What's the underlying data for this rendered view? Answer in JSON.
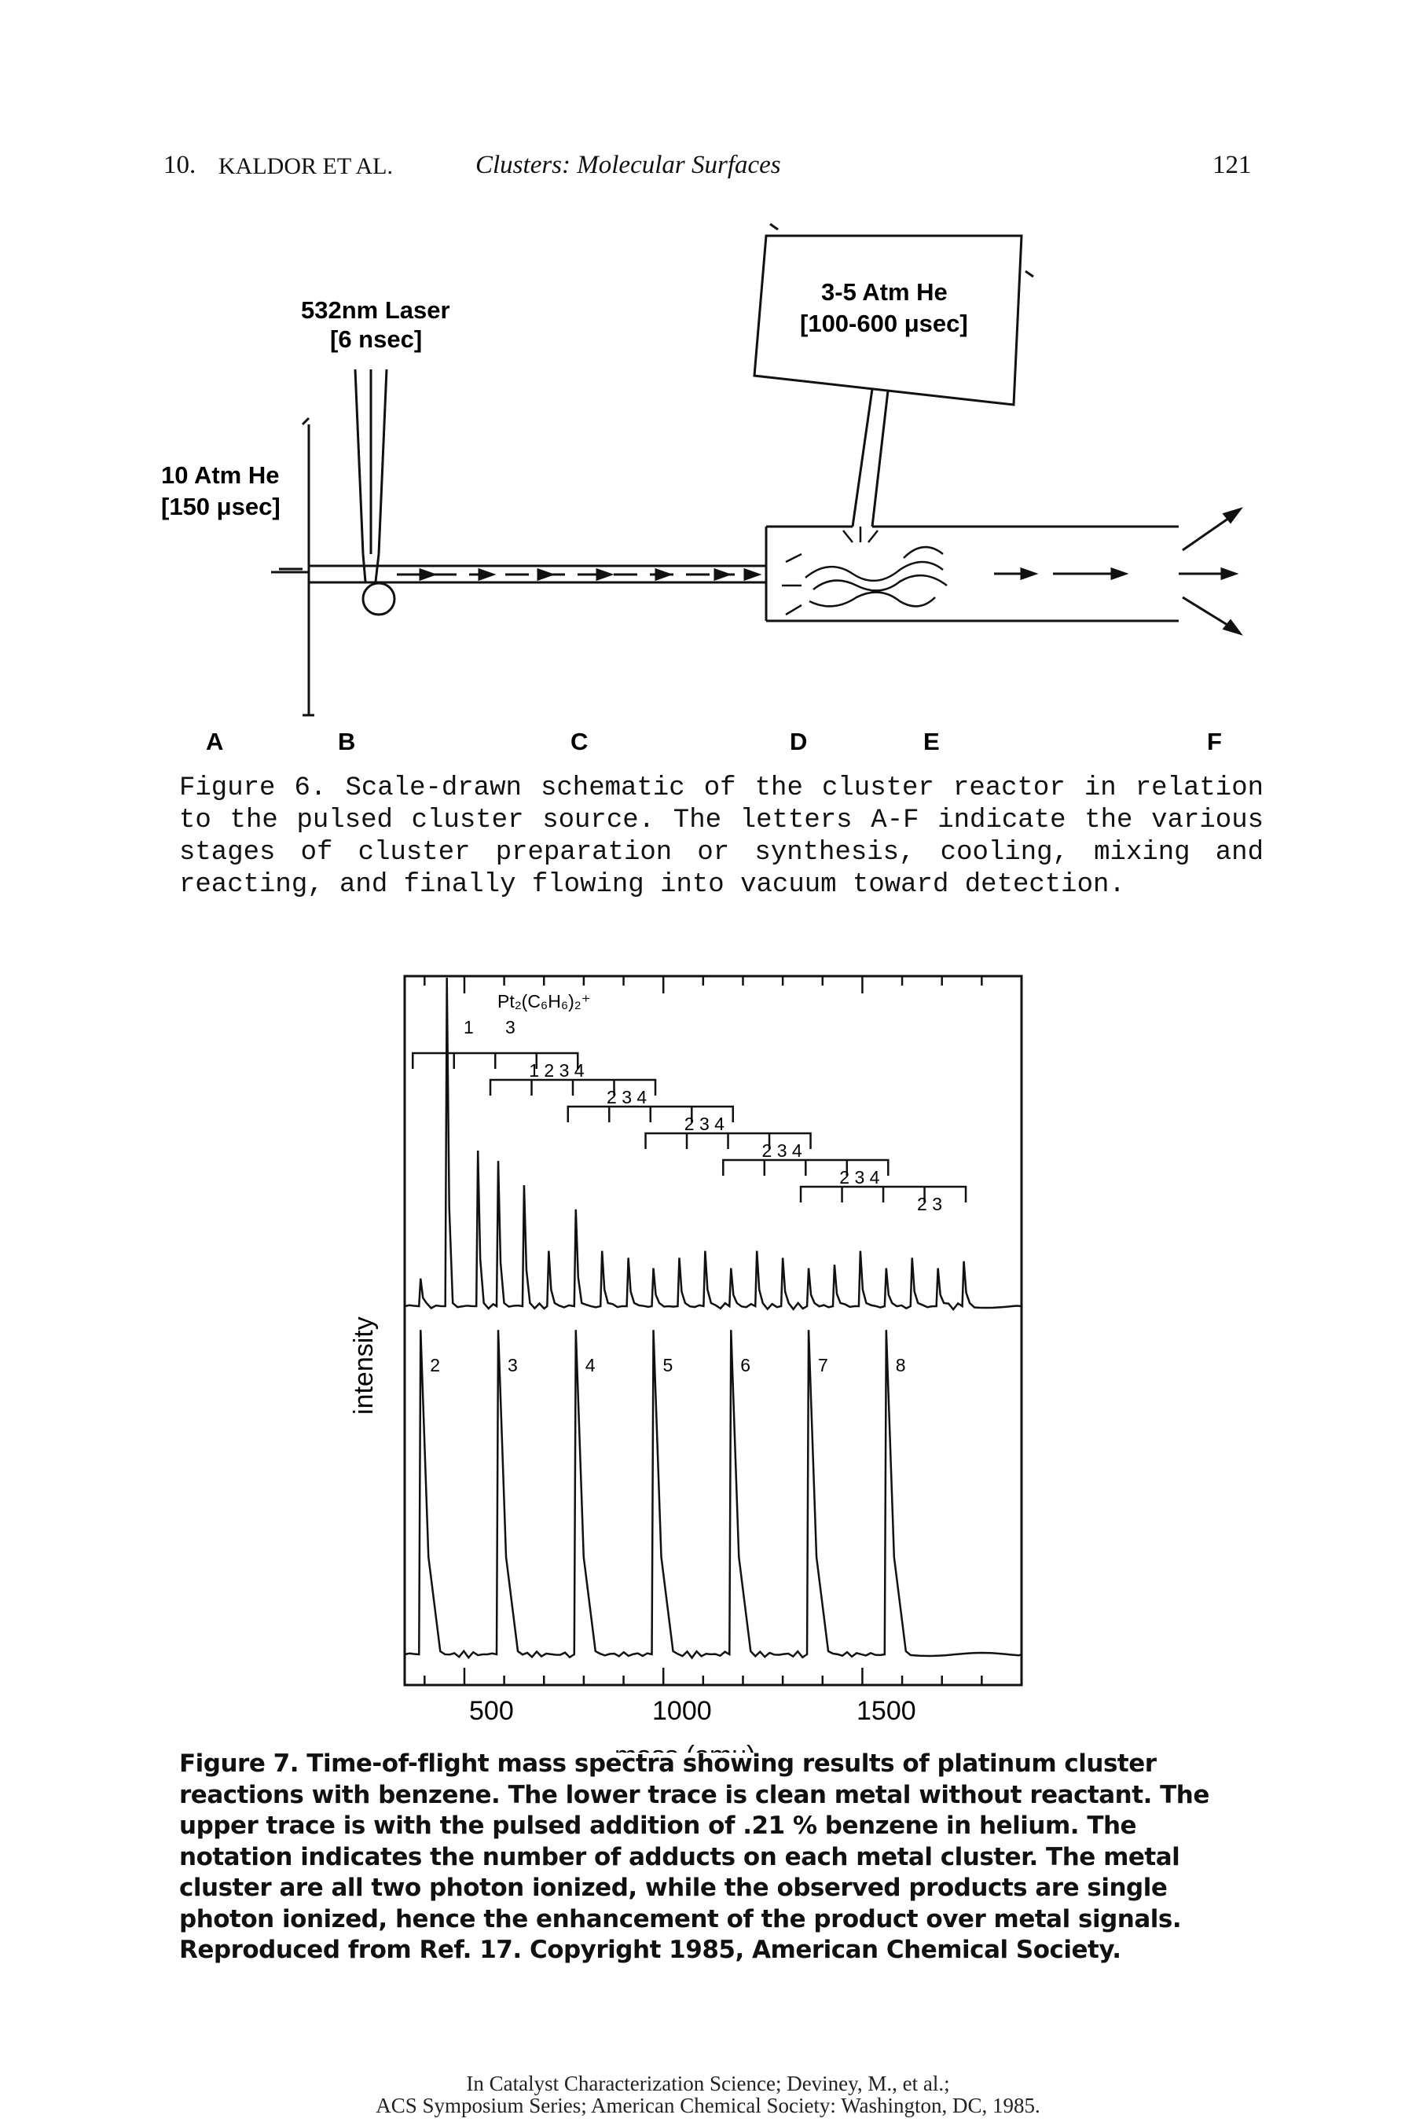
{
  "header": {
    "chapter": "10.",
    "authors": "KALDOR ET AL.",
    "title": "Clusters: Molecular Surfaces",
    "page_number": "121"
  },
  "figure6": {
    "laser_label_1": "532nm Laser",
    "laser_label_2": "[6 nsec]",
    "he_source_label_1": "10 Atm He",
    "he_source_label_2": "[150 μsec]",
    "he_pulse_label_1": "3-5 Atm He",
    "he_pulse_label_2": "[100-600 μsec]",
    "stage_letters": [
      "A",
      "B",
      "C",
      "D",
      "E",
      "F"
    ],
    "caption": "Figure 6.  Scale-drawn schematic of the cluster reactor in relation to the pulsed cluster source.  The letters A-F indicate the various stages of cluster preparation or synthesis, cooling, mixing and reacting, and finally flowing into vacuum toward detection."
  },
  "figure7": {
    "ylabel": "intensity",
    "xlabel": "mass (amu)",
    "x_ticks": [
      "500",
      "1000",
      "1500"
    ],
    "annotation_main": "Pt₂(C₆H₆)₂⁺",
    "annotation_sub": "3",
    "annotation_left": "1",
    "upper_adduct_groups": [
      "1 2 3 4",
      "2 3 4",
      "2 3 4",
      "2 3 4",
      "2 3 4",
      "2 3"
    ],
    "lower_cluster_labels": [
      "2",
      "3",
      "4",
      "5",
      "6",
      "7",
      "8"
    ],
    "caption": "Figure 7.  Time-of-flight mass spectra showing results of platinum cluster reactions with benzene.  The lower trace is clean metal without reactant.  The upper trace is with the pulsed addition of .21 % benzene in helium.  The notation indicates the number of adducts on each metal cluster.  The metal cluster are all two photon ionized, while the observed products are single photon ionized, hence the enhancement of the product over metal signals.  Reproduced from Ref. 17.  Copyright 1985, American Chemical Society."
  },
  "chart_data": {
    "type": "line",
    "xlabel": "mass (amu)",
    "ylabel": "intensity",
    "x_ticks": [
      500,
      1000,
      1500
    ],
    "xlim": [
      350,
      1900
    ],
    "series": [
      {
        "name": "",
        "peaks": [
          {
            "x": 390,
            "y": 0.08
          },
          {
            "x": 456,
            "y": 0.95
          },
          {
            "x": 534,
            "y": 0.45
          },
          {
            "x": 585,
            "y": 0.42
          },
          {
            "x": 650,
            "y": 0.35
          },
          {
            "x": 712,
            "y": 0.16
          },
          {
            "x": 780,
            "y": 0.28
          },
          {
            "x": 846,
            "y": 0.16
          },
          {
            "x": 912,
            "y": 0.14
          },
          {
            "x": 975,
            "y": 0.11
          },
          {
            "x": 1040,
            "y": 0.14
          },
          {
            "x": 1105,
            "y": 0.16
          },
          {
            "x": 1170,
            "y": 0.11
          },
          {
            "x": 1235,
            "y": 0.16
          },
          {
            "x": 1300,
            "y": 0.14
          },
          {
            "x": 1365,
            "y": 0.11
          },
          {
            "x": 1430,
            "y": 0.12
          },
          {
            "x": 1495,
            "y": 0.16
          },
          {
            "x": 1560,
            "y": 0.11
          },
          {
            "x": 1625,
            "y": 0.14
          },
          {
            "x": 1690,
            "y": 0.11
          },
          {
            "x": 1755,
            "y": 0.13
          }
        ]
      },
      {
        "name": "",
        "peaks": [
          {
            "x": 390,
            "y": 0.96
          },
          {
            "x": 585,
            "y": 0.96
          },
          {
            "x": 780,
            "y": 0.96
          },
          {
            "x": 975,
            "y": 0.96
          },
          {
            "x": 1170,
            "y": 0.96
          },
          {
            "x": 1365,
            "y": 0.96
          },
          {
            "x": 1560,
            "y": 0.96
          }
        ]
      }
    ]
  }
}
